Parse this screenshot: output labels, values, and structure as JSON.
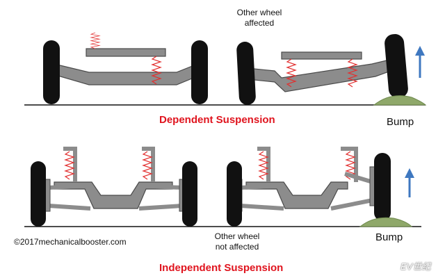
{
  "diagram": {
    "top": {
      "note": [
        "Other wheel",
        "affected"
      ],
      "title": "Dependent Suspension",
      "bump_label": "Bump"
    },
    "bottom": {
      "note": [
        "Other wheel",
        "not affected"
      ],
      "title": "Independent Suspension",
      "bump_label": "Bump"
    },
    "copyright": "©2017mechanicalbooster.com",
    "watermark": "EV世纪"
  },
  "colors": {
    "frame": "#8c8c8c",
    "frame_stroke": "#4a4a4a",
    "spring": "#e23030",
    "tire": "#111111",
    "bump": "#8fa86a",
    "arrow": "#3f78c0",
    "title": "#e0141e"
  }
}
